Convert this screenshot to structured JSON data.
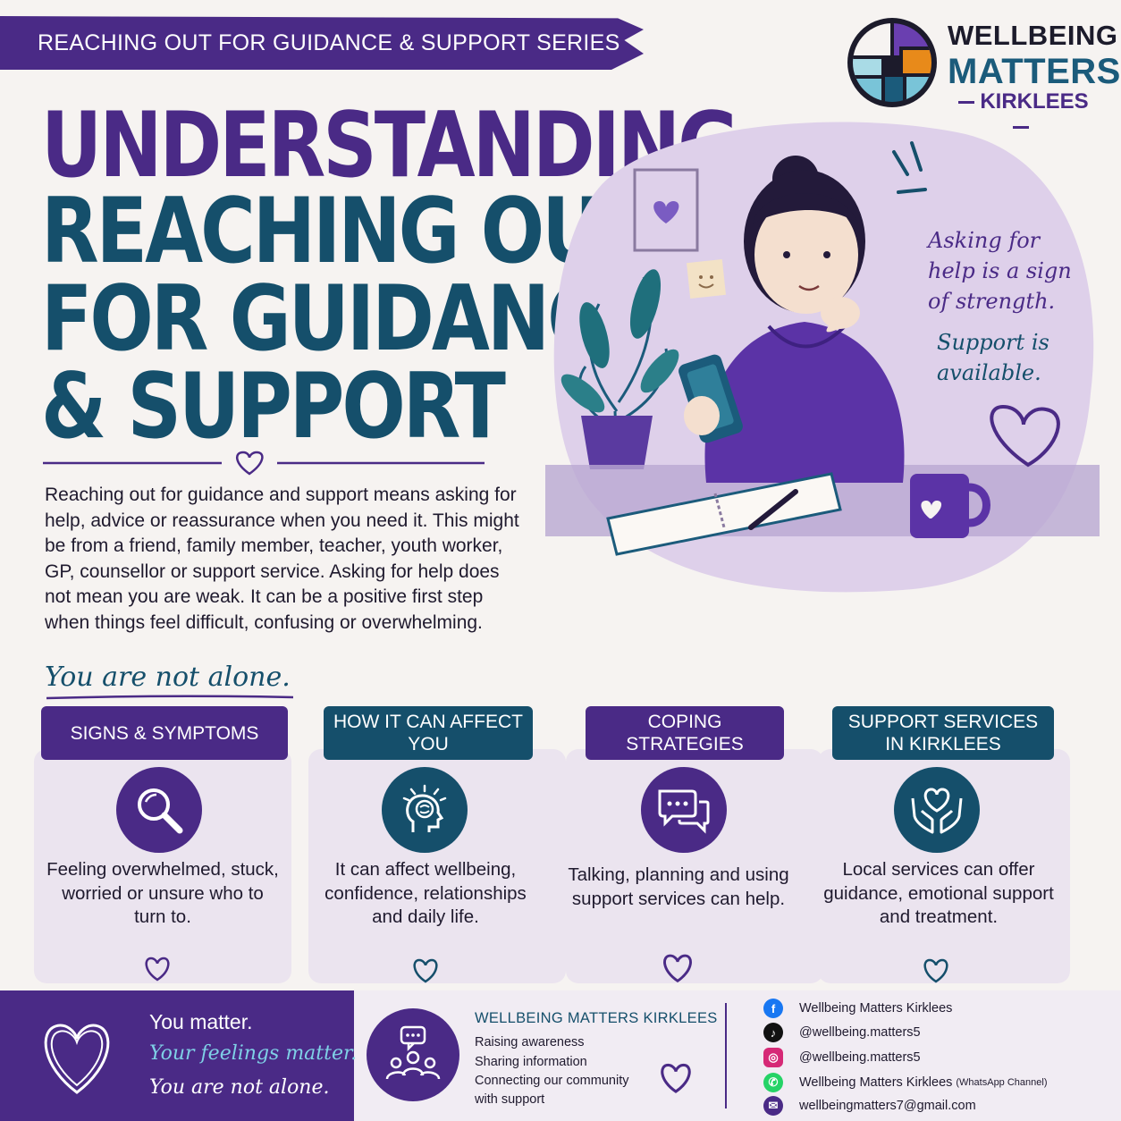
{
  "series_banner": "REACHING OUT FOR GUIDANCE & SUPPORT SERIES",
  "logo": {
    "line1": "WELLBEING",
    "line2": "MATTERS",
    "line3": "KIRKLEES"
  },
  "heading": {
    "line1": "UNDERSTANDING",
    "line2": "REACHING OUT",
    "line3": "FOR GUIDANCE",
    "line4": "& SUPPORT"
  },
  "intro": "Reaching out for guidance and support means asking for help, advice or reassurance when you need it. This might be from a friend, family member, teacher, youth worker, GP, counsellor or support service. Asking for help does not mean you are weak. It can be a positive first step when things feel difficult, confusing or overwhelming.",
  "not_alone": "You are not alone.",
  "quotes": {
    "quote1": "Asking for help is a sign of strength.",
    "quote2": "Support is available."
  },
  "cards": [
    {
      "label": "SIGNS & SYMPTOMS",
      "icon": "magnifying-glass-icon",
      "text": "Feeling overwhelmed, stuck, worried or unsure who to turn to."
    },
    {
      "label": "HOW IT CAN AFFECT YOU",
      "icon": "head-brain-icon",
      "text": "It can affect wellbeing, confidence, relationships and daily life."
    },
    {
      "label": "COPING STRATEGIES",
      "icon": "speech-bubbles-icon",
      "text": "Talking, planning and using support services can help."
    },
    {
      "label": "SUPPORT SERVICES IN KIRKLEES",
      "icon": "hands-heart-icon",
      "text": "Local services can offer guidance, emotional support and treatment."
    }
  ],
  "footer": {
    "matter1": "You matter.",
    "matter2": "Your feelings matter.",
    "matter3": "You are not alone.",
    "org_title": "WELLBEING MATTERS KIRKLEES",
    "org_lines": [
      "Raising awareness",
      "Sharing information",
      "Connecting our community",
      "with support"
    ],
    "social": [
      {
        "icon": "facebook-icon",
        "text": "Wellbeing Matters Kirklees",
        "note": ""
      },
      {
        "icon": "tiktok-icon",
        "text": "@wellbeing.matters5",
        "note": ""
      },
      {
        "icon": "instagram-icon",
        "text": "@wellbeing.matters5",
        "note": ""
      },
      {
        "icon": "whatsapp-icon",
        "text": "Wellbeing Matters Kirklees",
        "note": "(WhatsApp Channel)"
      },
      {
        "icon": "email-icon",
        "text": "wellbeingmatters7@gmail.com",
        "note": ""
      }
    ]
  },
  "colors": {
    "purple": "#4a2a86",
    "teal": "#154f6b",
    "lavender": "#ebe4ef",
    "background": "#f6f3f1"
  }
}
